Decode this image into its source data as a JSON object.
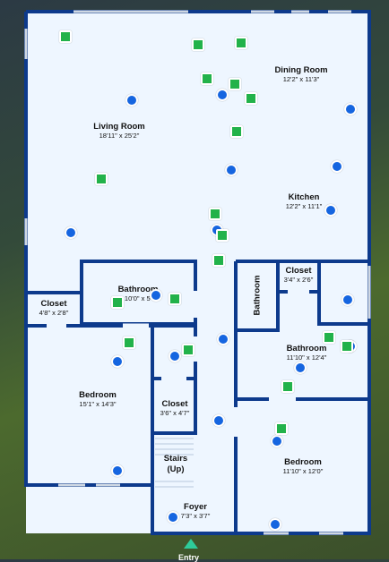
{
  "floorplan": {
    "rooms": [
      {
        "name": "Living Room",
        "dims": "18'11\" x 25'2\""
      },
      {
        "name": "Dining Room",
        "dims": "12'2\" x 11'3\""
      },
      {
        "name": "Kitchen",
        "dims": "12'2\" x 11'1\""
      },
      {
        "name": "Closet",
        "dims": "4'8\" x 2'8\""
      },
      {
        "name": "Bathroom",
        "dims": "10'0\" x 5'"
      },
      {
        "name": "Closet",
        "dims": "3'4\" x 2'6\""
      },
      {
        "name": "Bathroom",
        "dims": ""
      },
      {
        "name": "Bathroom",
        "dims": "11'10\" x 12'4\""
      },
      {
        "name": "Bedroom",
        "dims": "15'1\" x 14'3\""
      },
      {
        "name": "Closet",
        "dims": "3'6\" x 4'7\""
      },
      {
        "name": "Stairs (Up)",
        "dims": ""
      },
      {
        "name": "Bedroom",
        "dims": "11'10\" x 12'0\""
      },
      {
        "name": "Foyer",
        "dims": "7'3\" x 3'7\""
      }
    ],
    "entry_label": "Entry",
    "colors": {
      "wall": "#0d3a8c",
      "floor": "#eef6ff",
      "camera_pin": "#1565e0",
      "photo_marker": "#22b24a",
      "entry_arrow": "#2ecc9a"
    },
    "icons": {
      "pin": "camera-position-icon",
      "marker": "photo-marker-icon",
      "entry": "entry-arrow-icon"
    }
  }
}
